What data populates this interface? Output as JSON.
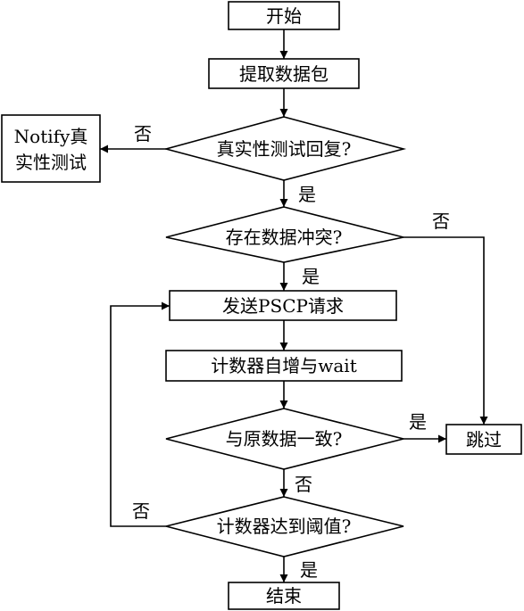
{
  "flowchart": {
    "nodes": {
      "start": "开始",
      "extract": "提取数据包",
      "auth_reply_check": "真实性测试回复?",
      "notify_line1": "Notify真",
      "notify_line2": "实性测试",
      "conflict_check": "存在数据冲突?",
      "send_pscp": "发送PSCP请求",
      "counter_wait": "计数器自增与wait",
      "match_check": "与原数据一致?",
      "skip": "跳过",
      "threshold_check": "计数器达到阈值?",
      "end": "结束"
    },
    "edge_labels": {
      "auth_no": "否",
      "auth_yes": "是",
      "conflict_no": "否",
      "conflict_yes": "是",
      "match_yes": "是",
      "match_no": "否",
      "threshold_no": "否",
      "threshold_yes": "是"
    },
    "colors": {
      "stroke": "#000000",
      "fill": "#ffffff",
      "text": "#000000"
    }
  }
}
